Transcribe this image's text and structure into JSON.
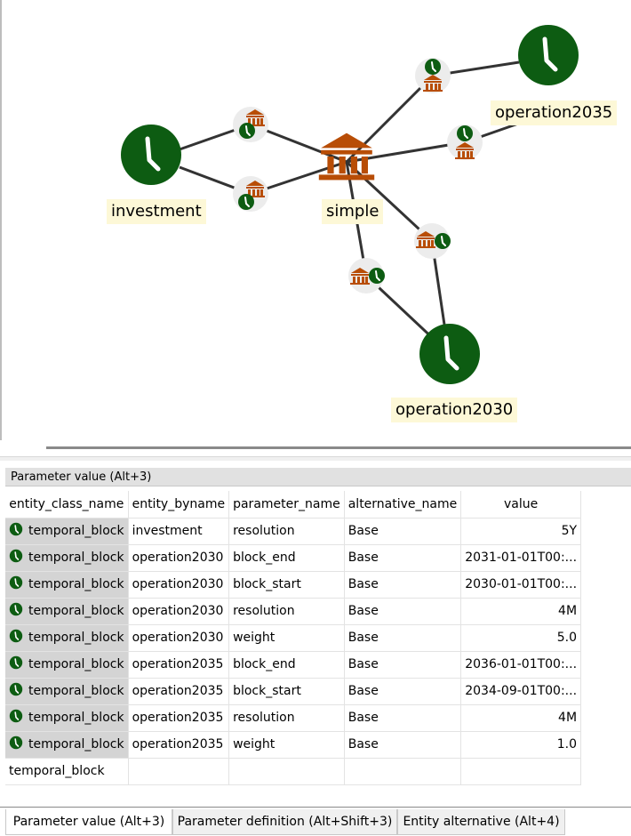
{
  "colors": {
    "clock_green": "#0d5c12",
    "bank_brown": "#b84d06",
    "label_bg": "#fdf8d7",
    "class_cell_bg": "#d4d4d4"
  },
  "graph": {
    "nodes": [
      {
        "id": "investment",
        "label": "investment",
        "icon": "clock-icon"
      },
      {
        "id": "simple",
        "label": "simple",
        "icon": "bank-icon"
      },
      {
        "id": "operation2035",
        "label": "operation2035",
        "icon": "clock-icon"
      },
      {
        "id": "operation2030",
        "label": "operation2030",
        "icon": "clock-icon"
      }
    ],
    "relationship_icon": "clock-bank-relationship-icon"
  },
  "panel": {
    "title": "Parameter value (Alt+3)"
  },
  "table": {
    "columns": [
      "entity_class_name",
      "entity_byname",
      "parameter_name",
      "alternative_name",
      "value"
    ],
    "rows": [
      {
        "class": "temporal_block",
        "byname": "investment",
        "param": "resolution",
        "alt": "Base",
        "value": "5Y"
      },
      {
        "class": "temporal_block",
        "byname": "operation2030",
        "param": "block_end",
        "alt": "Base",
        "value": "2031-01-01T00:..."
      },
      {
        "class": "temporal_block",
        "byname": "operation2030",
        "param": "block_start",
        "alt": "Base",
        "value": "2030-01-01T00:..."
      },
      {
        "class": "temporal_block",
        "byname": "operation2030",
        "param": "resolution",
        "alt": "Base",
        "value": "4M"
      },
      {
        "class": "temporal_block",
        "byname": "operation2030",
        "param": "weight",
        "alt": "Base",
        "value": "5.0"
      },
      {
        "class": "temporal_block",
        "byname": "operation2035",
        "param": "block_end",
        "alt": "Base",
        "value": "2036-01-01T00:..."
      },
      {
        "class": "temporal_block",
        "byname": "operation2035",
        "param": "block_start",
        "alt": "Base",
        "value": "2034-09-01T00:..."
      },
      {
        "class": "temporal_block",
        "byname": "operation2035",
        "param": "resolution",
        "alt": "Base",
        "value": "4M"
      },
      {
        "class": "temporal_block",
        "byname": "operation2035",
        "param": "weight",
        "alt": "Base",
        "value": "1.0"
      }
    ],
    "new_row_class": "temporal_block"
  },
  "tabs": [
    {
      "label": "Parameter value (Alt+3)",
      "active": true
    },
    {
      "label": "Parameter definition (Alt+Shift+3)",
      "active": false
    },
    {
      "label": "Entity alternative (Alt+4)",
      "active": false
    }
  ]
}
